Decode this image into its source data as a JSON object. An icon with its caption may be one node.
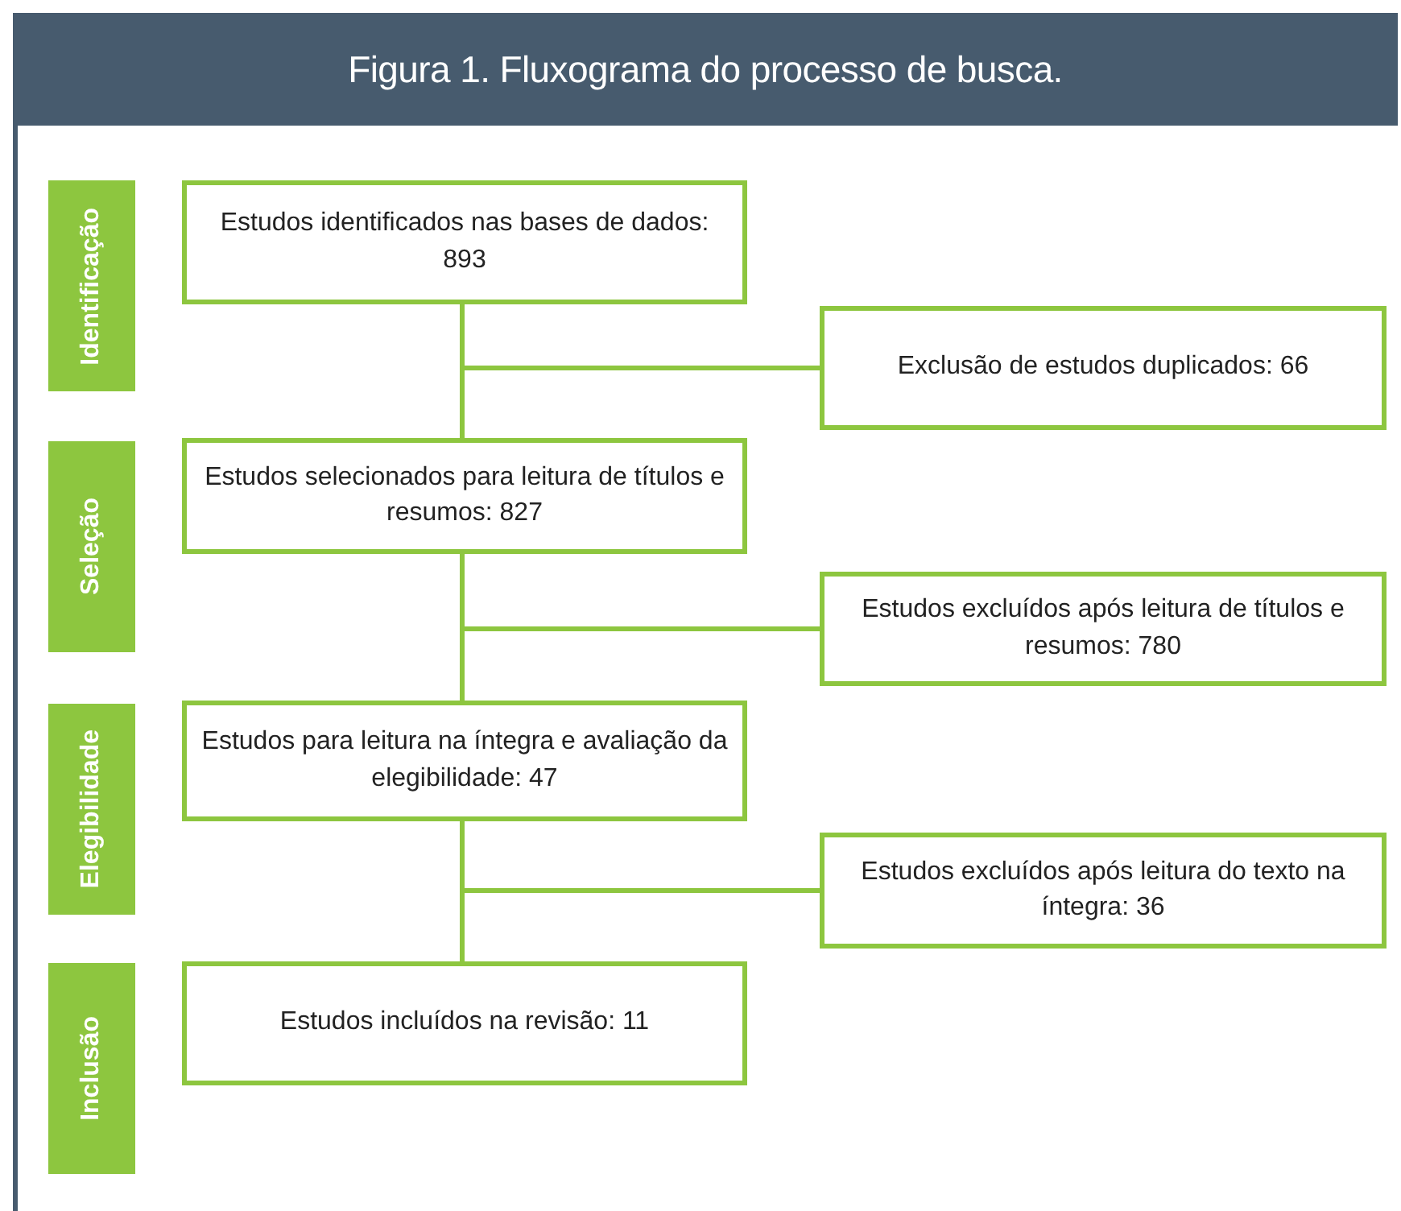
{
  "diagram": {
    "title": "Figura 1. Fluxograma do processo de busca.",
    "nodes": [
      {
        "text": [
          "Identificação"
        ]
      },
      {
        "text": [
          "Estudos identificados nas bases de dados: 893"
        ]
      },
      {
        "text": [
          "Exclusão de estudos duplicados: 66"
        ]
      },
      {
        "text": [
          "Seleção"
        ]
      },
      {
        "text": [
          "Estudos selecionados para leitura de títulos e resumos: 827"
        ]
      },
      {
        "text": [
          "Estudos excluídos após leitura de títulos e resumos: 780"
        ]
      },
      {
        "text": [
          "Elegibilidade"
        ]
      },
      {
        "text": [
          "Estudos para leitura na íntegra e avaliação da elegibilidade: 47"
        ]
      },
      {
        "text": [
          "Estudos excluídos após leitura do texto na íntegra: 36"
        ]
      },
      {
        "text": [
          "Inclusão"
        ]
      },
      {
        "text": [
          "Estudos incluídos na revisão: 11"
        ]
      }
    ],
    "edges": [
      {
        "from": 1,
        "to": 4,
        "arrow": "none"
      },
      {
        "from": 1,
        "to": 2,
        "arrow": "none"
      },
      {
        "from": 4,
        "to": 7,
        "arrow": "none"
      },
      {
        "from": 4,
        "to": 5,
        "arrow": "none"
      },
      {
        "from": 7,
        "to": 10,
        "arrow": "none"
      },
      {
        "from": 7,
        "to": 8,
        "arrow": "none"
      }
    ]
  }
}
